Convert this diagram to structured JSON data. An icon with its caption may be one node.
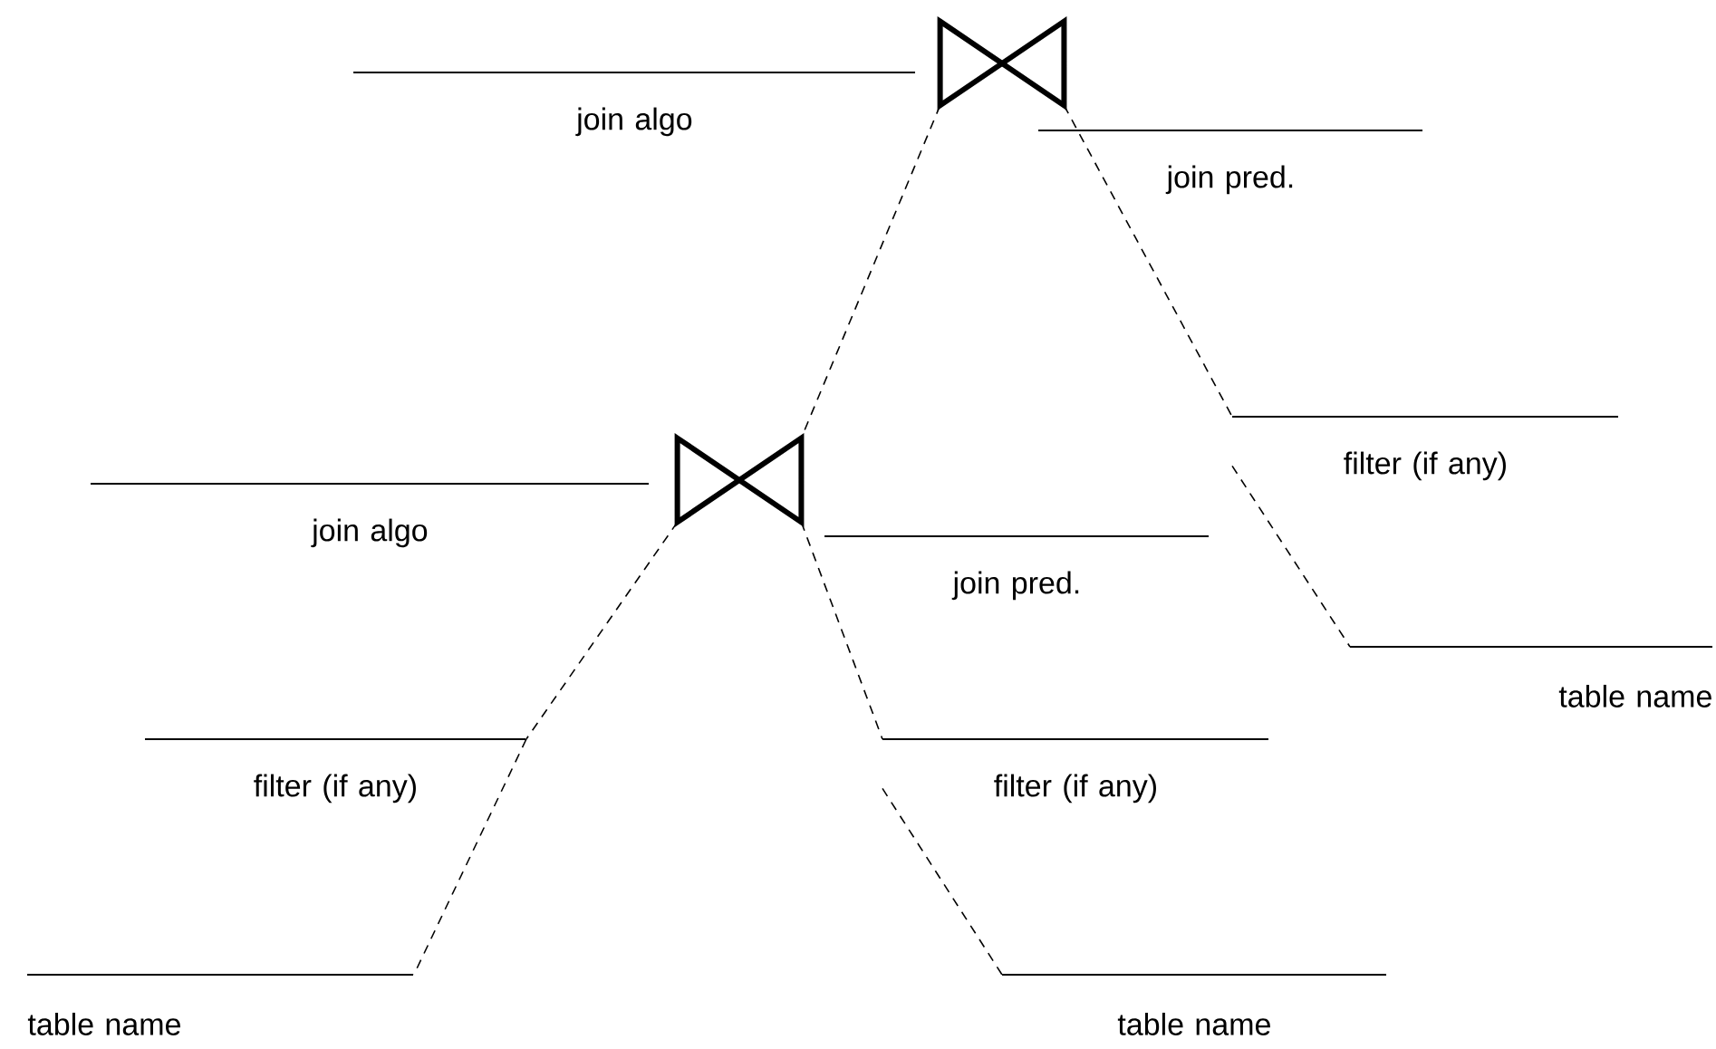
{
  "diagram": {
    "nodes": [
      {
        "text": [],
        "shape": "bowtie"
      },
      {
        "text": [],
        "shape": "bowtie"
      },
      {
        "text": [
          "filter (if any)"
        ]
      },
      {
        "text": [
          "table name"
        ]
      },
      {
        "text": [
          "filter (if any)"
        ]
      },
      {
        "text": [
          "table name"
        ]
      },
      {
        "text": [
          "filter (if any)"
        ]
      },
      {
        "text": [
          "table name"
        ]
      }
    ],
    "edges": [
      {
        "from": 0,
        "to": 1,
        "arrow": "none",
        "style": "dashed"
      },
      {
        "from": 0,
        "to": 2,
        "arrow": "none",
        "style": "dashed"
      },
      {
        "from": 2,
        "to": 3,
        "arrow": "none",
        "style": "dashed"
      },
      {
        "from": 1,
        "to": 4,
        "arrow": "none",
        "style": "dashed"
      },
      {
        "from": 4,
        "to": 5,
        "arrow": "none",
        "style": "dashed"
      },
      {
        "from": 1,
        "to": 6,
        "arrow": "none",
        "style": "dashed"
      },
      {
        "from": 6,
        "to": 7,
        "arrow": "none",
        "style": "dashed"
      }
    ],
    "labels": [
      "join algo",
      "join pred.",
      "join algo",
      "join pred."
    ]
  }
}
